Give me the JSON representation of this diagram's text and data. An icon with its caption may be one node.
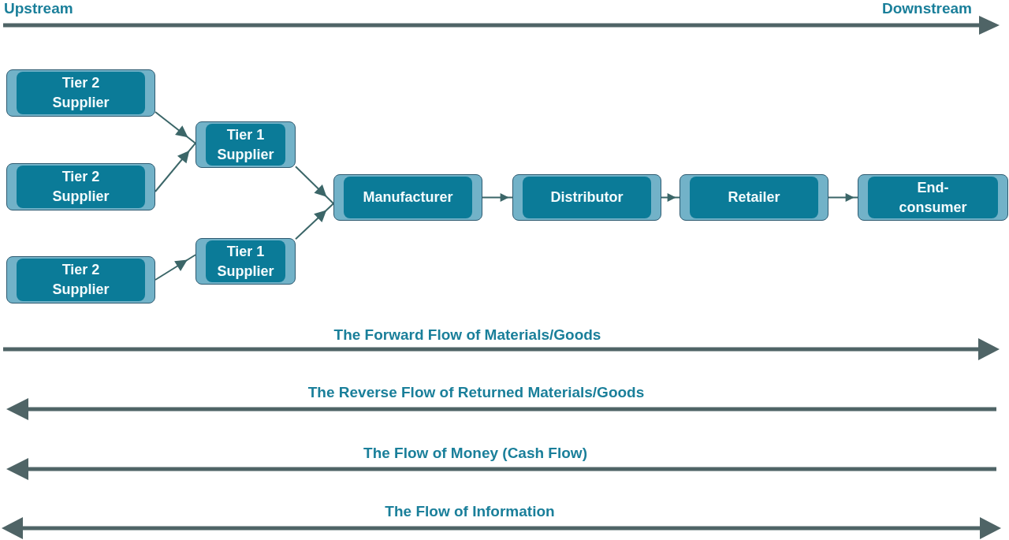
{
  "diagram": {
    "nodes": [
      {
        "text": [
          "Tier 2 Supplier"
        ]
      },
      {
        "text": [
          "Tier 2 Supplier"
        ]
      },
      {
        "text": [
          "Tier 2 Supplier"
        ]
      },
      {
        "text": [
          "Tier 1 Supplier"
        ]
      },
      {
        "text": [
          "Tier 1 Supplier"
        ]
      },
      {
        "text": [
          "Manufacturer"
        ]
      },
      {
        "text": [
          "Distributor"
        ]
      },
      {
        "text": [
          "Retailer"
        ]
      },
      {
        "text": [
          "End-consumer"
        ]
      }
    ],
    "edges": [
      {
        "from": 0,
        "to": 3,
        "arrow": "to"
      },
      {
        "from": 1,
        "to": 3,
        "arrow": "to"
      },
      {
        "from": 2,
        "to": 4,
        "arrow": "to"
      },
      {
        "from": 3,
        "to": 5,
        "arrow": "to"
      },
      {
        "from": 4,
        "to": 5,
        "arrow": "to"
      },
      {
        "from": 5,
        "to": 6,
        "arrow": "to"
      },
      {
        "from": 6,
        "to": 7,
        "arrow": "to"
      },
      {
        "from": 7,
        "to": 8,
        "arrow": "to"
      }
    ],
    "labels": [
      "Upstream",
      "Downstream",
      "The Forward Flow of Materials/Goods",
      "The Reverse Flow of Returned Materials/Goods",
      "The Flow of Money (Cash Flow)",
      "The Flow of Information"
    ]
  }
}
